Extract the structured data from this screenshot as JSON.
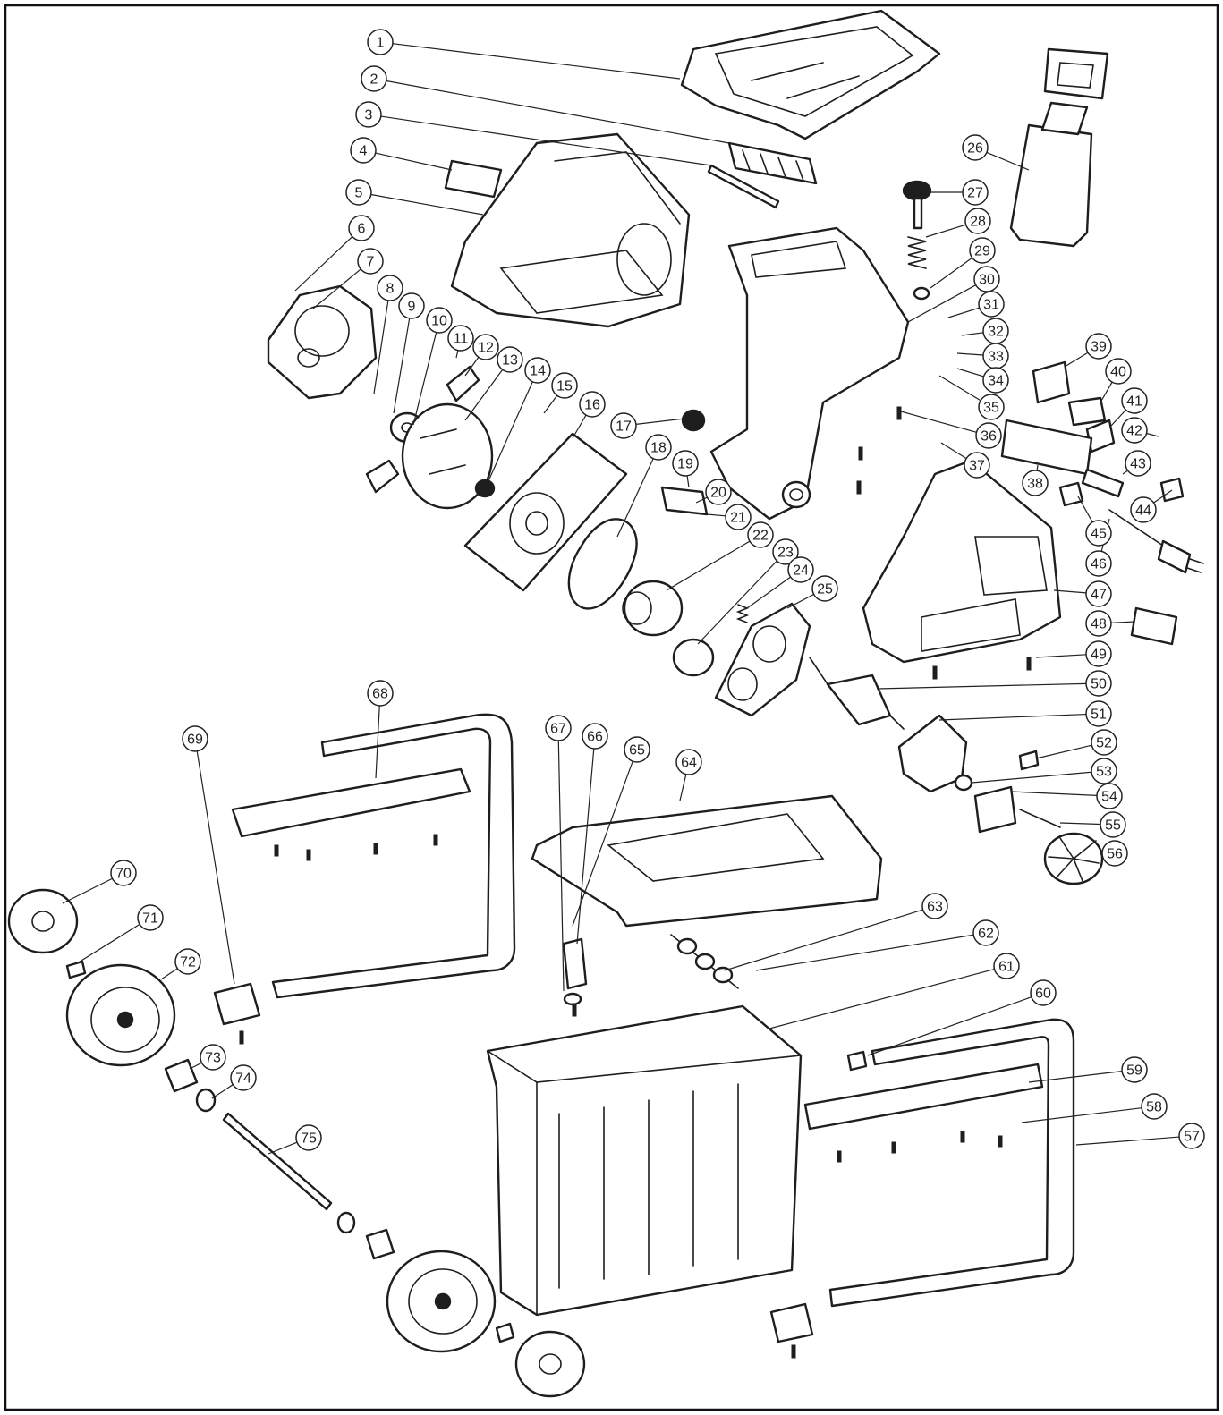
{
  "callouts": [
    {
      "label": "1"
    },
    {
      "label": "2"
    },
    {
      "label": "3"
    },
    {
      "label": "4"
    },
    {
      "label": "5"
    },
    {
      "label": "6"
    },
    {
      "label": "7"
    },
    {
      "label": "8"
    },
    {
      "label": "9"
    },
    {
      "label": "10"
    },
    {
      "label": "11"
    },
    {
      "label": "12"
    },
    {
      "label": "13"
    },
    {
      "label": "14"
    },
    {
      "label": "15"
    },
    {
      "label": "16"
    },
    {
      "label": "17"
    },
    {
      "label": "18"
    },
    {
      "label": "19"
    },
    {
      "label": "20"
    },
    {
      "label": "21"
    },
    {
      "label": "22"
    },
    {
      "label": "23"
    },
    {
      "label": "24"
    },
    {
      "label": "25"
    },
    {
      "label": "26"
    },
    {
      "label": "27"
    },
    {
      "label": "28"
    },
    {
      "label": "29"
    },
    {
      "label": "30"
    },
    {
      "label": "31"
    },
    {
      "label": "32"
    },
    {
      "label": "33"
    },
    {
      "label": "34"
    },
    {
      "label": "35"
    },
    {
      "label": "36"
    },
    {
      "label": "37"
    },
    {
      "label": "38"
    },
    {
      "label": "39"
    },
    {
      "label": "40"
    },
    {
      "label": "41"
    },
    {
      "label": "42"
    },
    {
      "label": "43"
    },
    {
      "label": "44"
    },
    {
      "label": "45"
    },
    {
      "label": "46"
    },
    {
      "label": "47"
    },
    {
      "label": "48"
    },
    {
      "label": "49"
    },
    {
      "label": "50"
    },
    {
      "label": "51"
    },
    {
      "label": "52"
    },
    {
      "label": "53"
    },
    {
      "label": "54"
    },
    {
      "label": "55"
    },
    {
      "label": "56"
    },
    {
      "label": "57"
    },
    {
      "label": "58"
    },
    {
      "label": "59"
    },
    {
      "label": "60"
    },
    {
      "label": "61"
    },
    {
      "label": "62"
    },
    {
      "label": "63"
    },
    {
      "label": "64"
    },
    {
      "label": "65"
    },
    {
      "label": "66"
    },
    {
      "label": "67"
    },
    {
      "label": "68"
    },
    {
      "label": "69"
    },
    {
      "label": "70"
    },
    {
      "label": "71"
    },
    {
      "label": "72"
    },
    {
      "label": "73"
    },
    {
      "label": "74"
    },
    {
      "label": "75"
    }
  ],
  "colors": {
    "line": "#1e1e1e",
    "background": "#ffffff"
  }
}
